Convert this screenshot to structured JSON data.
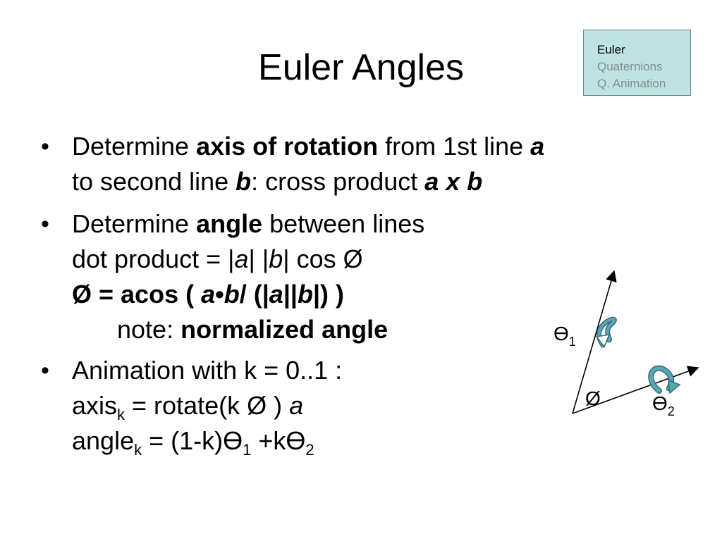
{
  "slide": {
    "title": "Euler Angles"
  },
  "nav": {
    "items": [
      {
        "label": "Euler",
        "state": "current"
      },
      {
        "label": "Quaternions",
        "state": "other"
      },
      {
        "label": "Q. Animation",
        "state": "other"
      }
    ],
    "colors": {
      "background": "#bfe3e3",
      "current": "#000000",
      "other": "#7f8c8c"
    }
  },
  "bullets": {
    "b1": {
      "l1_a": "Determine ",
      "l1_b": "axis of rotation",
      "l1_c": " from 1st  line ",
      "l1_d": "a",
      "l2_a": "to second line ",
      "l2_b": "b",
      "l2_c": ": cross product ",
      "l2_d": "a x b"
    },
    "b2": {
      "l1_a": "Determine ",
      "l1_b": "angle",
      "l1_c": " between lines",
      "l2_a": "dot product = |",
      "l2_b": "a",
      "l2_c": "| |",
      "l2_d": "b",
      "l2_e": "| cos Ø",
      "l3_a": "Ø = acos ( ",
      "l3_b": "a",
      "l3_c": "•",
      "l3_d": "b",
      "l3_e": "/ (|",
      "l3_f": "a",
      "l3_g": "||",
      "l3_h": "b",
      "l3_i": "|) )",
      "l4_a": "note: ",
      "l4_b": "normalized angle"
    },
    "b3": {
      "l1": "Animation with k = 0..1 :",
      "l2_a": "axis",
      "l2_sub": "k",
      "l2_b": " = rotate(k Ø ) ",
      "l2_c": "a",
      "l3_a": "angle",
      "l3_sub": "k",
      "l3_b": " = (1-k)Ɵ",
      "l3_sub2": "1",
      "l3_c": " +kƟ",
      "l3_sub3": "2"
    },
    "mark": "•"
  },
  "diagram": {
    "theta": "Ɵ",
    "theta1_sub": "1",
    "theta2_sub": "2",
    "phi": "Ø",
    "arrow_color": "#5ba6b3"
  }
}
